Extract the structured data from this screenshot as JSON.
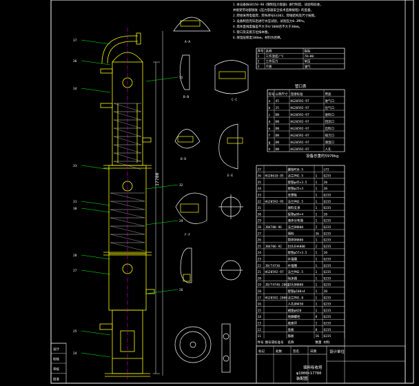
{
  "drawing": {
    "tower_height_label": "17780",
    "weight_text": "设备总重约5970kg",
    "notes_lines": [
      "1.本设备按GB150-98《钢制压力容器》进行制造、试验和验收，",
      "并接受劳动部颁发《压力容器安全技术监察规程》的监督。",
      "2.焊接采用电弧焊，焊条牌号E4303，焊缝结构及尺寸按图。",
      "3.设备制造完毕后进行水压试验，试验压力0.2MPa。",
      "4.塔体直线度偏差不大于H/1000且不大于30mm。",
      "5.管口及支座方位按本图。",
      "6.保温层厚度100mm，材料为岩棉。"
    ],
    "view_labels": [
      "A-A",
      "B-B",
      "C-C",
      "D-D",
      "E-E",
      "F-F"
    ],
    "balloons": [
      "37",
      "36",
      "35",
      "34",
      "33",
      "32",
      "31",
      "30",
      "29",
      "28",
      "27",
      "26",
      "25",
      "24"
    ]
  },
  "spec_table": {
    "headers": [
      "序号",
      "名称",
      "指标"
    ],
    "rows": [
      [
        "1",
        "工作温度/°C",
        "70~80"
      ],
      [
        "2",
        "工作压力",
        "常压"
      ],
      [
        "3",
        "介质",
        "油气"
      ]
    ]
  },
  "nozzle_table": {
    "title": "管口表",
    "headers": [
      "符号",
      "公称尺寸",
      "连接标准",
      "用途"
    ],
    "rows": [
      [
        "a",
        "45",
        "HG20592-97",
        "进气口"
      ],
      [
        "b",
        "25",
        "HG20592-97",
        "出气口"
      ],
      [
        "c",
        "DN",
        "HG20592-97",
        "进料口"
      ],
      [
        "d",
        "DN",
        "HG20592-97",
        "回流口"
      ],
      [
        "e",
        "DN",
        "HG20592-97",
        "出料口"
      ],
      [
        "f",
        "DN",
        "HG20592-97",
        "排污口"
      ],
      [
        "g",
        "DN",
        "HG20592-97",
        "测温口"
      ],
      [
        "h",
        "DN",
        "HG20592-97",
        "人孔"
      ]
    ]
  },
  "bom": {
    "headers": [
      "件号",
      "图号或标准号",
      "名称",
      "数量",
      "材料"
    ],
    "rows": [
      [
        "37",
        "",
        "螺栓M36-5",
        "",
        "LF2"
      ],
      [
        "36",
        "HG20610-95",
        "法兰PN2.5",
        "1",
        "Q235"
      ],
      [
        "35",
        "",
        "接管φ45×3.5",
        "1",
        "20"
      ],
      [
        "34",
        "",
        "接管φ25×3",
        "1",
        "20"
      ],
      [
        "33",
        "",
        "支撑板",
        "1",
        "Q235"
      ],
      [
        "32",
        "HG20592-95",
        "法兰PN2.5",
        "1",
        "Q235"
      ],
      [
        "31",
        "",
        "填料支承",
        "1",
        "Q235"
      ],
      [
        "30",
        "",
        "接管φ89×4",
        "1",
        "20"
      ],
      [
        "29",
        "",
        "液体分布器",
        "1",
        "Q235"
      ],
      [
        "28",
        "JB4700-96",
        "法兰DN800",
        "2",
        "Q235"
      ],
      [
        "27",
        "",
        "填料",
        "36",
        "Q235"
      ],
      [
        "26",
        "",
        "筒体DN800",
        "1",
        "Q235"
      ],
      [
        "25",
        "JB4706-92",
        "封头EHA800",
        "2",
        "Q235"
      ],
      [
        "24",
        "",
        "接管φ57×3.5",
        "1",
        "20"
      ],
      [
        "23",
        "",
        "补强圈",
        "1",
        "Q235"
      ],
      [
        "22",
        "JB/T4736",
        "补强圈",
        "1",
        "Q235"
      ],
      [
        "21",
        "HG20592-97",
        "法兰PN2.5",
        "1",
        "Q235"
      ],
      [
        "20",
        "",
        "除沫器",
        "1",
        "Q235"
      ],
      [
        "19",
        "JB/T4746-2002",
        "封头DN800",
        "1",
        "Q235"
      ],
      [
        "18",
        "",
        "接管φ108×4",
        "1",
        "20"
      ],
      [
        "17",
        "HG20592-2000",
        "法兰PN1.0",
        "1",
        "Q235"
      ],
      [
        "16",
        "",
        "人孔DN450",
        "1",
        "Q235"
      ],
      [
        "15",
        "",
        "裙座φ820",
        "1",
        "Q235"
      ],
      [
        "14",
        "",
        "地脚螺栓",
        "8",
        "Q235"
      ],
      [
        "13",
        "",
        "底座环",
        "1",
        "Q235"
      ],
      [
        "12",
        "",
        "盖板",
        "8",
        "Q235"
      ],
      [
        "11",
        "",
        "筋板",
        "16",
        "Q235"
      ]
    ]
  },
  "title_block": {
    "design_unit": "设计单位",
    "drawing_title": "填料吸收塔",
    "drawing_spec": "φ1000×17780",
    "drawing_no": "装配图",
    "rev_headers": [
      "标记",
      "处数",
      "签名",
      "日期"
    ],
    "left_strip": [
      "设计",
      "校核",
      "审核",
      "批准"
    ]
  }
}
